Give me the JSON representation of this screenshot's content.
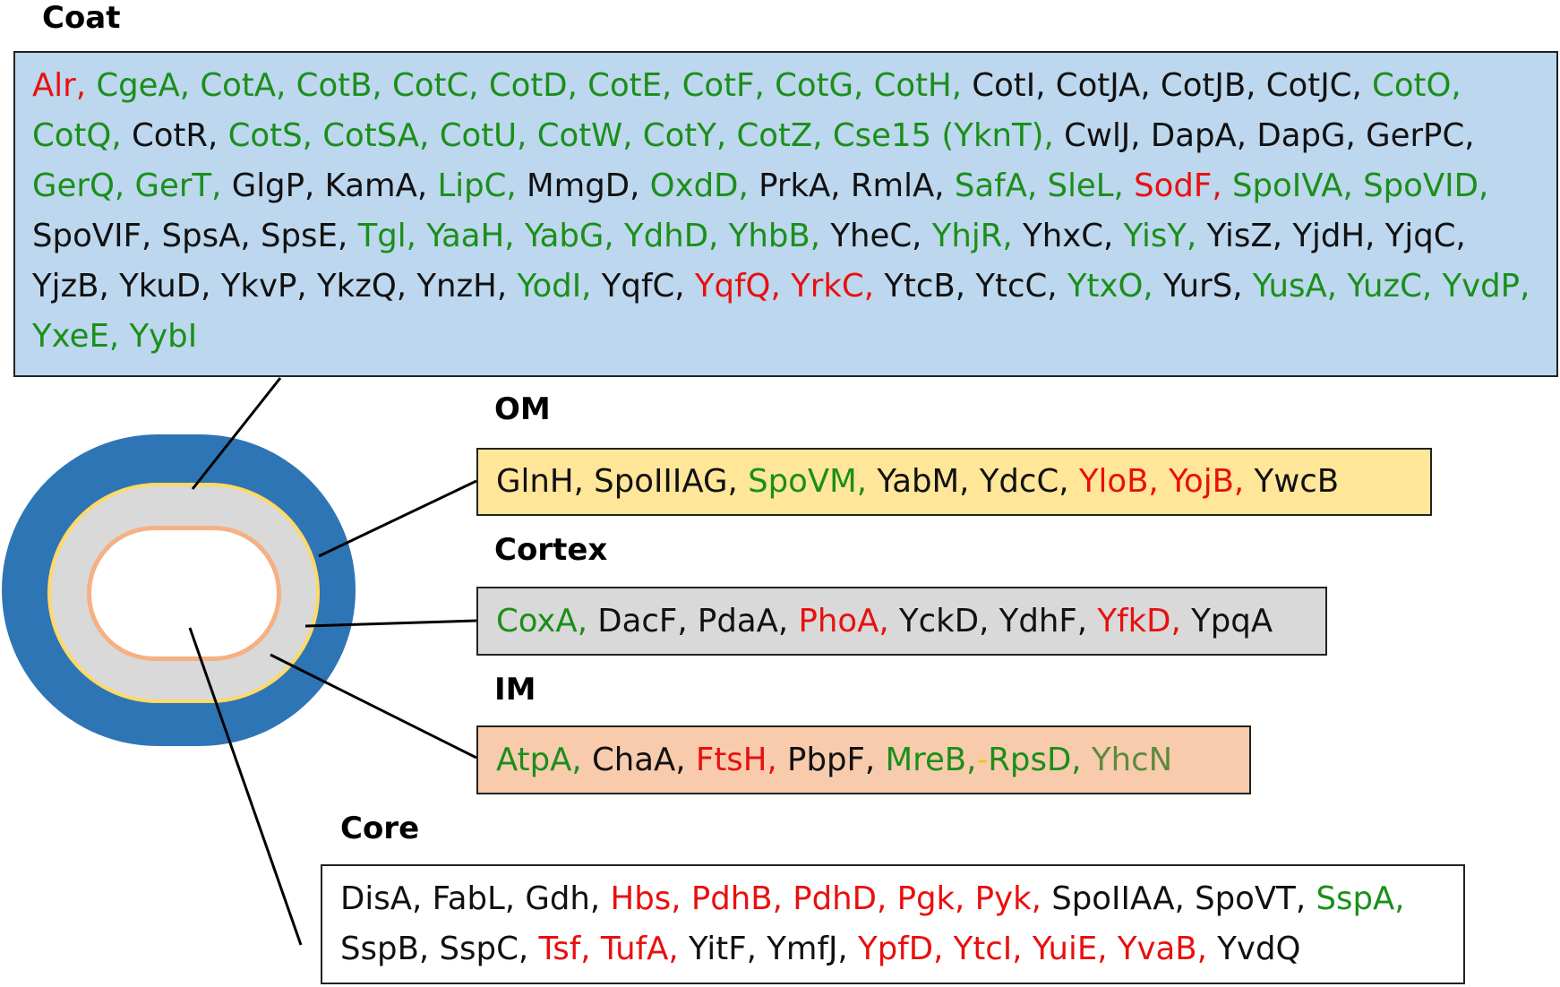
{
  "colors": {
    "green": "#1a8f1a",
    "red": "#e8100e",
    "black": "#111111",
    "olive": "#5e8a3c",
    "yellow": "#f0c21f",
    "coat_fill": "#bdd7ee",
    "om_fill": "#ffe699",
    "cortex_fill": "#d9d9d9",
    "im_fill": "#f8cbad",
    "core_fill": "#ffffff",
    "spore_coat": "#2e75b6",
    "spore_cortex": "#d9d9d9",
    "spore_om_ring": "#ffd966",
    "spore_im_ring": "#f4b183"
  },
  "sections": {
    "coat": {
      "heading": "Coat",
      "tokens": [
        {
          "t": "Alr,",
          "c": "red"
        },
        {
          "t": "CgeA,",
          "c": "green"
        },
        {
          "t": "CotA,",
          "c": "green"
        },
        {
          "t": "CotB,",
          "c": "green"
        },
        {
          "t": "CotC,",
          "c": "green"
        },
        {
          "t": "CotD,",
          "c": "green"
        },
        {
          "t": "CotE,",
          "c": "green"
        },
        {
          "t": "CotF,",
          "c": "green"
        },
        {
          "t": "CotG,",
          "c": "green"
        },
        {
          "t": "CotH,",
          "c": "green"
        },
        {
          "t": "CotI,",
          "c": "black"
        },
        {
          "t": "CotJA,",
          "c": "black"
        },
        {
          "t": "CotJB,",
          "c": "black"
        },
        {
          "t": "CotJC,",
          "c": "black"
        },
        {
          "t": "CotO,",
          "c": "green"
        },
        {
          "t": "CotQ,",
          "c": "green"
        },
        {
          "t": "CotR,",
          "c": "black"
        },
        {
          "t": "CotS,",
          "c": "green"
        },
        {
          "t": "CotSA,",
          "c": "green"
        },
        {
          "t": "CotU,",
          "c": "green"
        },
        {
          "t": "CotW,",
          "c": "green"
        },
        {
          "t": "CotY,",
          "c": "green"
        },
        {
          "t": "CotZ,",
          "c": "green"
        },
        {
          "t": "Cse15 (YknT),",
          "c": "green"
        },
        {
          "t": "CwlJ,",
          "c": "black"
        },
        {
          "t": "DapA,",
          "c": "black"
        },
        {
          "t": "DapG,",
          "c": "black"
        },
        {
          "t": "GerPC,",
          "c": "black"
        },
        {
          "t": "GerQ,",
          "c": "green"
        },
        {
          "t": "GerT,",
          "c": "green"
        },
        {
          "t": "GlgP,",
          "c": "black"
        },
        {
          "t": "KamA,",
          "c": "black"
        },
        {
          "t": "LipC,",
          "c": "green"
        },
        {
          "t": "MmgD,",
          "c": "black"
        },
        {
          "t": "OxdD,",
          "c": "green"
        },
        {
          "t": "PrkA,",
          "c": "black"
        },
        {
          "t": "RmlA,",
          "c": "black"
        },
        {
          "t": "SafA,",
          "c": "green"
        },
        {
          "t": "SleL,",
          "c": "green"
        },
        {
          "t": "SodF,",
          "c": "red"
        },
        {
          "t": "SpoIVA,",
          "c": "green"
        },
        {
          "t": "SpoVID,",
          "c": "green"
        },
        {
          "t": "SpoVIF,",
          "c": "black"
        },
        {
          "t": "SpsA,",
          "c": "black"
        },
        {
          "t": "SpsE,",
          "c": "black"
        },
        {
          "t": "Tgl,",
          "c": "green"
        },
        {
          "t": "YaaH,",
          "c": "green"
        },
        {
          "t": "YabG,",
          "c": "green"
        },
        {
          "t": "YdhD,",
          "c": "green"
        },
        {
          "t": "YhbB,",
          "c": "green"
        },
        {
          "t": "YheC,",
          "c": "black"
        },
        {
          "t": "YhjR,",
          "c": "green"
        },
        {
          "t": "YhxC,",
          "c": "black"
        },
        {
          "t": "YisY,",
          "c": "green"
        },
        {
          "t": "YisZ,",
          "c": "black"
        },
        {
          "t": "YjdH,",
          "c": "black"
        },
        {
          "t": "YjqC,",
          "c": "black"
        },
        {
          "t": "YjzB,",
          "c": "black"
        },
        {
          "t": "YkuD,",
          "c": "black"
        },
        {
          "t": "YkvP,",
          "c": "black"
        },
        {
          "t": "YkzQ,",
          "c": "black"
        },
        {
          "t": "YnzH,",
          "c": "black"
        },
        {
          "t": "YodI,",
          "c": "green"
        },
        {
          "t": "YqfC,",
          "c": "black"
        },
        {
          "t": "YqfQ,",
          "c": "red"
        },
        {
          "t": "YrkC,",
          "c": "red"
        },
        {
          "t": "YtcB,",
          "c": "black"
        },
        {
          "t": "YtcC,",
          "c": "black"
        },
        {
          "t": "YtxO,",
          "c": "green"
        },
        {
          "t": "YurS,",
          "c": "black"
        },
        {
          "t": "YusA,",
          "c": "green"
        },
        {
          "t": "YuzC,",
          "c": "green"
        },
        {
          "t": "YvdP,",
          "c": "green"
        },
        {
          "t": "YxeE,",
          "c": "green"
        },
        {
          "t": "YybI",
          "c": "green"
        }
      ]
    },
    "om": {
      "heading": "OM",
      "tokens": [
        {
          "t": "GlnH,",
          "c": "black"
        },
        {
          "t": "SpoIIIAG,",
          "c": "black"
        },
        {
          "t": "SpoVM,",
          "c": "green"
        },
        {
          "t": "YabM,",
          "c": "black"
        },
        {
          "t": "YdcC,",
          "c": "black"
        },
        {
          "t": "YloB,",
          "c": "red"
        },
        {
          "t": "YojB,",
          "c": "red"
        },
        {
          "t": "YwcB",
          "c": "black"
        }
      ]
    },
    "cortex": {
      "heading": "Cortex",
      "tokens": [
        {
          "t": "CoxA,",
          "c": "green"
        },
        {
          "t": "DacF,",
          "c": "black"
        },
        {
          "t": "PdaA,",
          "c": "black"
        },
        {
          "t": "PhoA,",
          "c": "red"
        },
        {
          "t": "YckD,",
          "c": "black"
        },
        {
          "t": "YdhF,",
          "c": "black"
        },
        {
          "t": "YfkD,",
          "c": "red"
        },
        {
          "t": "YpqA",
          "c": "black"
        }
      ]
    },
    "im": {
      "heading": "IM",
      "tokens": [
        {
          "t": "AtpA,",
          "c": "green"
        },
        {
          "t": "ChaA,",
          "c": "black"
        },
        {
          "t": "FtsH,",
          "c": "red"
        },
        {
          "t": "PbpF,",
          "c": "black"
        },
        {
          "t": "MreB,",
          "c": "green",
          "join": true
        },
        {
          "t": "-",
          "c": "yellow",
          "join": true
        },
        {
          "t": "RpsD,",
          "c": "green"
        },
        {
          "t": "YhcN",
          "c": "olive"
        }
      ]
    },
    "core": {
      "heading": "Core",
      "tokens": [
        {
          "t": "DisA,",
          "c": "black"
        },
        {
          "t": "FabL,",
          "c": "black"
        },
        {
          "t": "Gdh,",
          "c": "black"
        },
        {
          "t": "Hbs,",
          "c": "red"
        },
        {
          "t": "PdhB,",
          "c": "red"
        },
        {
          "t": "PdhD,",
          "c": "red"
        },
        {
          "t": "Pgk,",
          "c": "red"
        },
        {
          "t": "Pyk,",
          "c": "red"
        },
        {
          "t": "SpoIIAA,",
          "c": "black"
        },
        {
          "t": "SpoVT,",
          "c": "black"
        },
        {
          "t": "SspA,",
          "c": "green"
        },
        {
          "t": "SspB,",
          "c": "black"
        },
        {
          "t": "SspC,",
          "c": "black"
        },
        {
          "t": "Tsf,",
          "c": "red"
        },
        {
          "t": "TufA,",
          "c": "red"
        },
        {
          "t": "YitF,",
          "c": "black"
        },
        {
          "t": "YmfJ,",
          "c": "black"
        },
        {
          "t": "YpfD,",
          "c": "red"
        },
        {
          "t": "YtcI,",
          "c": "red"
        },
        {
          "t": "YuiE,",
          "c": "red"
        },
        {
          "t": "YvaB,",
          "c": "red"
        },
        {
          "t": "YvdQ",
          "c": "black"
        }
      ]
    }
  }
}
